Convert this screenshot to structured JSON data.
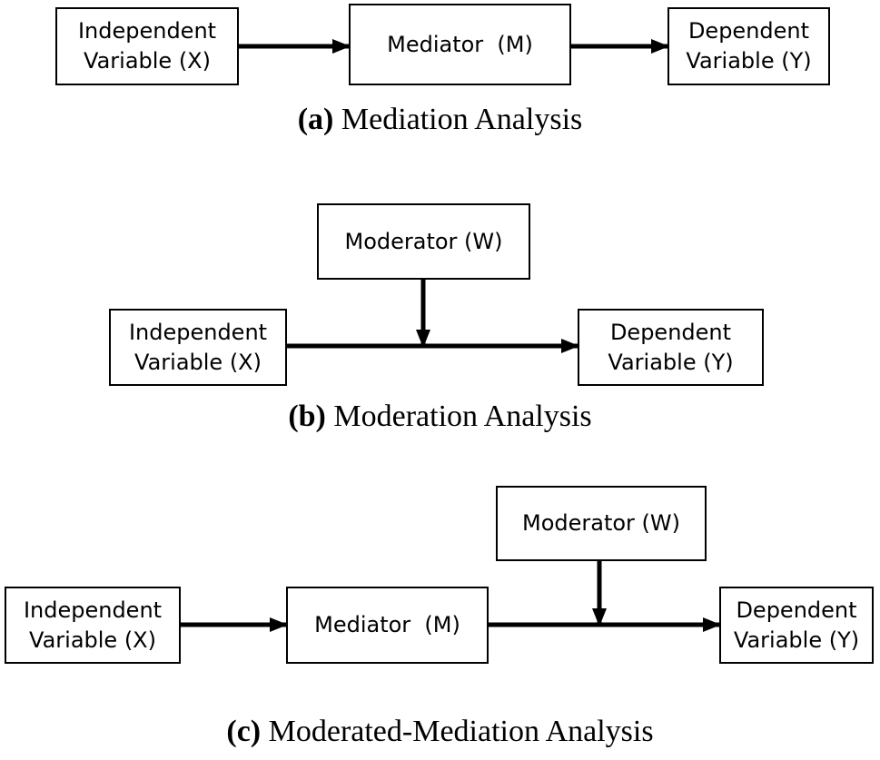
{
  "panel_a": {
    "independent": {
      "line1": "Independent",
      "line2": "Variable (X)"
    },
    "mediator": {
      "label": "Mediator  (M)"
    },
    "dependent": {
      "line1": "Dependent",
      "line2": "Variable (Y)"
    },
    "caption": {
      "letter": "(a)",
      "text": " Mediation Analysis"
    }
  },
  "panel_b": {
    "moderator": {
      "label": "Moderator (W)"
    },
    "independent": {
      "line1": "Independent",
      "line2": "Variable (X)"
    },
    "dependent": {
      "line1": "Dependent",
      "line2": "Variable (Y)"
    },
    "caption": {
      "letter": "(b)",
      "text": " Moderation Analysis"
    }
  },
  "panel_c": {
    "moderator": {
      "label": "Moderator (W)"
    },
    "independent": {
      "line1": "Independent",
      "line2": "Variable (X)"
    },
    "mediator": {
      "label": "Mediator  (M)"
    },
    "dependent": {
      "line1": "Dependent",
      "line2": "Variable (Y)"
    },
    "caption": {
      "letter": "(c)",
      "text": " Moderated-Mediation Analysis"
    }
  }
}
